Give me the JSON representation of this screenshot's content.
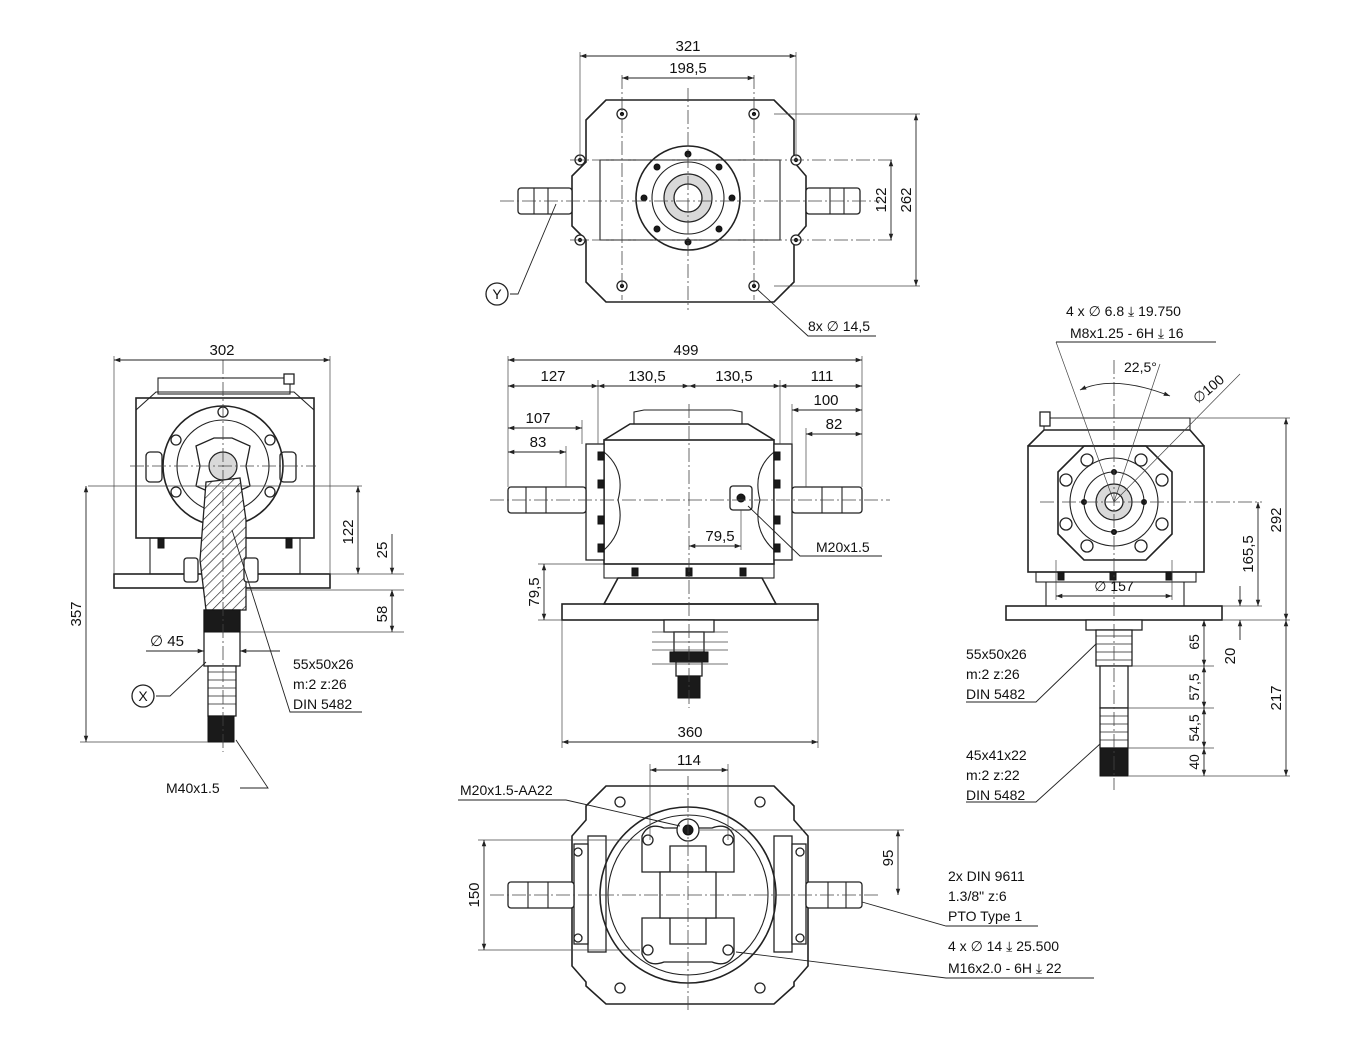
{
  "dimensions": {
    "top_width": "321",
    "top_bolt_spacing": "198,5",
    "top_inner_height": "122",
    "top_outer_height": "262",
    "top_holes": "8x ∅ 14,5",
    "top_callout_y": "Y",
    "left_width": "302",
    "left_122": "122",
    "left_25": "25",
    "left_58": "58",
    "left_357": "357",
    "left_dia45": "∅ 45",
    "left_callout_x": "X",
    "left_spline_1": "55x50x26",
    "left_spline_2": "m:2 z:26",
    "left_spline_3": "DIN 5482",
    "left_thread": "M40x1.5",
    "front_499": "499",
    "front_127": "127",
    "front_130_5_a": "130,5",
    "front_130_5_b": "130,5",
    "front_111": "111",
    "front_107": "107",
    "front_100": "100",
    "front_83": "83",
    "front_82": "82",
    "front_79_5_h": "79,5",
    "front_79_5_v": "79,5",
    "front_m20": "M20x1.5",
    "front_360": "360",
    "right_holes_1": "4 x ∅ 6.8 ⤓ 19.750",
    "right_holes_2": "M8x1.25 - 6H ⤓ 16",
    "right_angle": "22,5°",
    "right_dia100": "∅100",
    "right_dia157": "∅ 157",
    "right_292": "292",
    "right_165_5": "165,5",
    "right_20": "20",
    "right_65": "65",
    "right_57_5": "57,5",
    "right_54_5": "54,5",
    "right_40": "40",
    "right_217": "217",
    "right_spline_a1": "55x50x26",
    "right_spline_a2": "m:2 z:26",
    "right_spline_a3": "DIN 5482",
    "right_spline_b1": "45x41x22",
    "right_spline_b2": "m:2 z:22",
    "right_spline_b3": "DIN 5482",
    "bottom_114": "114",
    "bottom_m20": "M20x1.5-AA22",
    "bottom_95": "95",
    "bottom_150": "150",
    "bottom_pto_1": "2x DIN 9611",
    "bottom_pto_2": "1.3/8\" z:6",
    "bottom_pto_3": "PTO Type 1",
    "bottom_holes_1": "4 x ∅ 14 ⤓ 25.500",
    "bottom_holes_2": "M16x2.0 - 6H ⤓ 22"
  }
}
